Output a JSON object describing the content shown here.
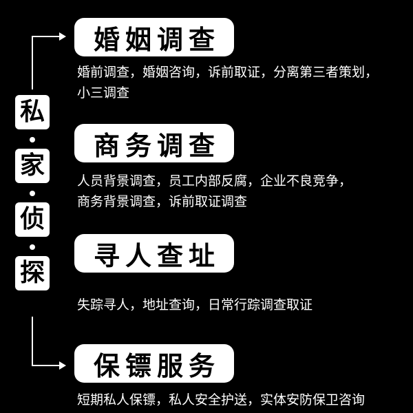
{
  "side_label": [
    "私",
    "家",
    "侦",
    "探"
  ],
  "services": [
    {
      "title": "婚姻调查",
      "lines": [
        "婚前调查，婚姻咨询，诉前取证，分离第三者策划，",
        "小三调查"
      ]
    },
    {
      "title": "商务调查",
      "lines": [
        "人员背景调查，员工内部反腐，企业不良竞争，",
        "商务背景调查，诉前取证调查"
      ]
    },
    {
      "title": "寻人查址",
      "lines": [
        "失踪寻人，地址查询，日常行踪调查取证"
      ]
    },
    {
      "title": "保镖服务",
      "lines": [
        "短期私人保镖，私人安全护送，实体安防保卫咨询"
      ]
    }
  ]
}
